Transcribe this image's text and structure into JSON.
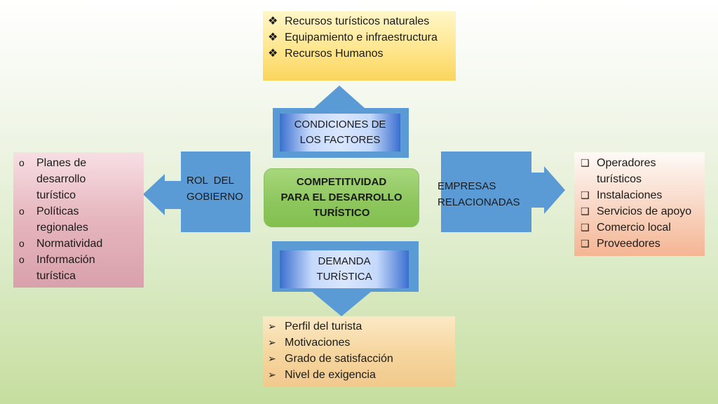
{
  "center": {
    "line1": "COMPETITIVIDAD",
    "line2": "PARA EL DESARROLLO",
    "line3": "TURÍSTICO"
  },
  "top": {
    "label_line1": "CONDICIONES DE",
    "label_line2": "LOS FACTORES",
    "bullet": "❖",
    "items": [
      "Recursos turísticos naturales",
      "Equipamiento e infraestructura",
      "Recursos Humanos"
    ]
  },
  "bottom": {
    "label_line1": "DEMANDA",
    "label_line2": "TURÍSTICA",
    "bullet": "➢",
    "items": [
      "Perfil del turista",
      "Motivaciones",
      "Grado de satisfacción",
      "Nivel de exigencia"
    ]
  },
  "left": {
    "label_line1": "ROL  DEL",
    "label_line2": "GOBIERNO",
    "bullet": "o",
    "items": [
      "Planes de desarrollo turístico",
      "Políticas regionales",
      "Normatividad",
      "Información turística"
    ]
  },
  "right": {
    "label_line1": "EMPRESAS",
    "label_line2": "RELACIONADAS",
    "bullet": "❑",
    "items": [
      "Operadores turísticos",
      "Instalaciones",
      "Servicios de apoyo",
      "Comercio local",
      "Proveedores"
    ]
  },
  "colors": {
    "arrow_blue": "#5b9bd5",
    "center_green": "#8ec75e",
    "top_box": "#ffe68e",
    "bottom_box": "#f6d7a0",
    "left_box": "#e6b5bd",
    "right_box": "#f9dccc"
  }
}
